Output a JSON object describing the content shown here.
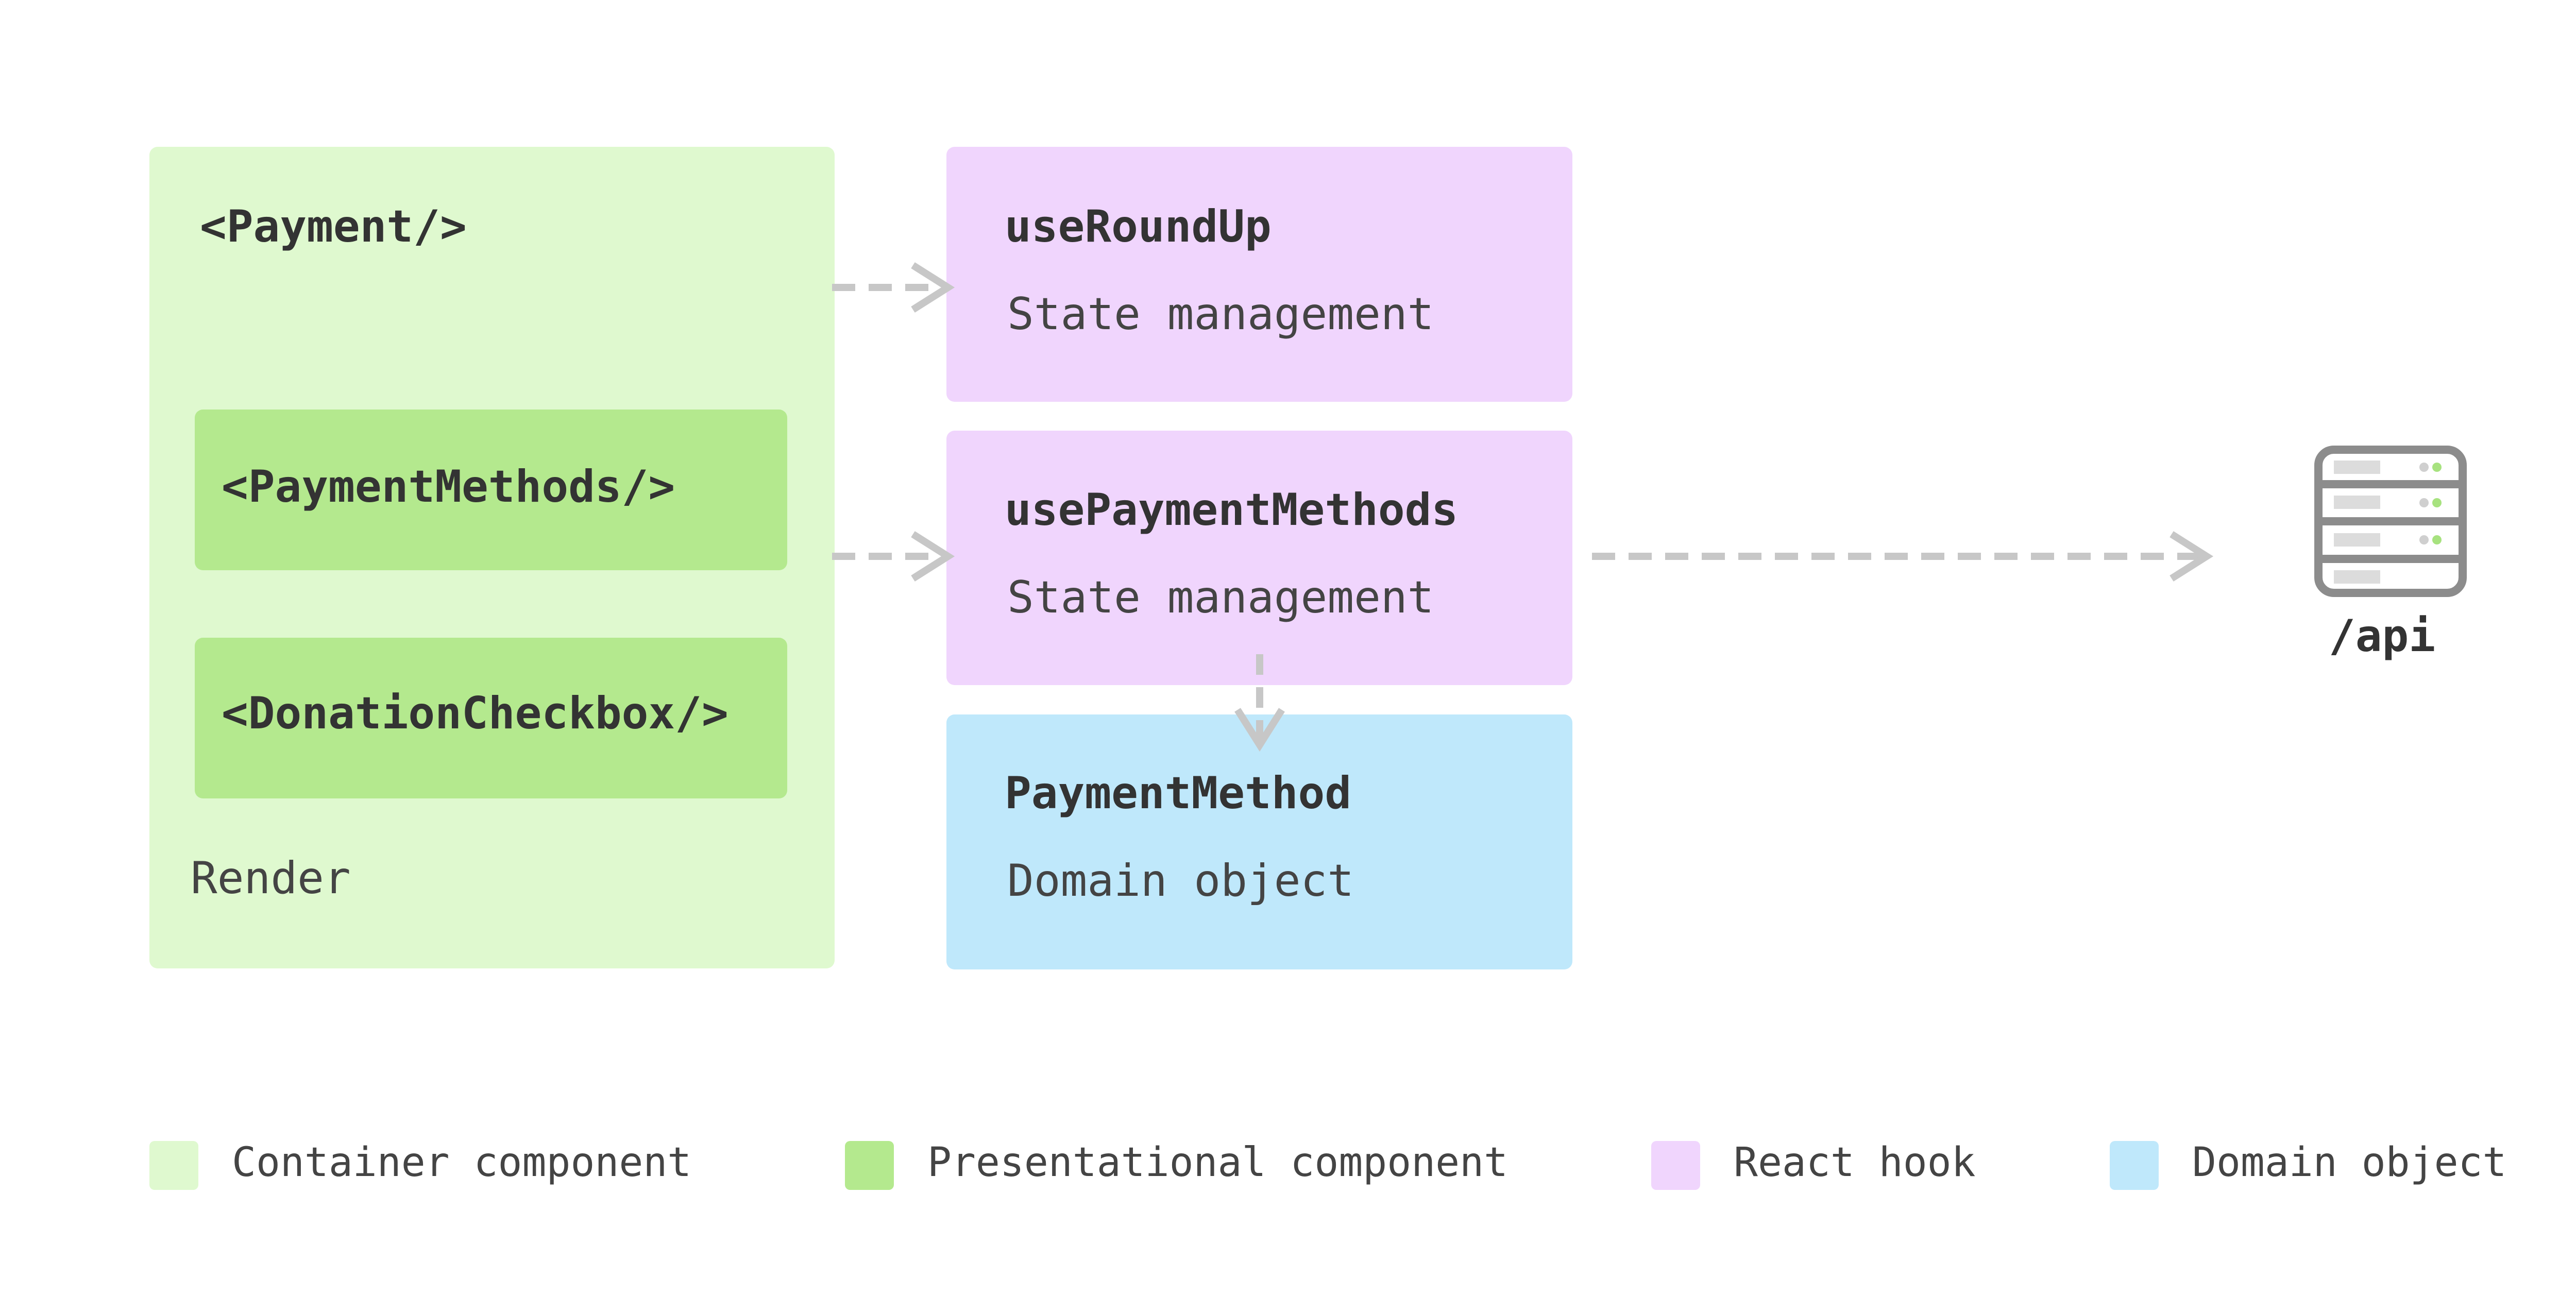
{
  "colors": {
    "container": "#dff9cf",
    "presentational": "#b4e98e",
    "hook": "#f0d5fd",
    "domain": "#bfe8fb",
    "arrow": "#c7c7c7",
    "server": "#8c8c8c"
  },
  "container": {
    "title": "<Payment/>",
    "caption": "Render",
    "children": [
      {
        "label": "<PaymentMethods/>"
      },
      {
        "label": "<DonationCheckbox/>"
      }
    ]
  },
  "hooks": [
    {
      "title": "useRoundUp",
      "subtitle": "State management"
    },
    {
      "title": "usePaymentMethods",
      "subtitle": "State management"
    }
  ],
  "domain_box": {
    "title": "PaymentMethod",
    "subtitle": "Domain object"
  },
  "server": {
    "icon": "server-icon",
    "label": "/api"
  },
  "legend": [
    {
      "label": "Container component",
      "color": "#dff9cf"
    },
    {
      "label": "Presentational component",
      "color": "#b4e98e"
    },
    {
      "label": "React hook",
      "color": "#f0d5fd"
    },
    {
      "label": "Domain object",
      "color": "#bfe8fb"
    }
  ]
}
